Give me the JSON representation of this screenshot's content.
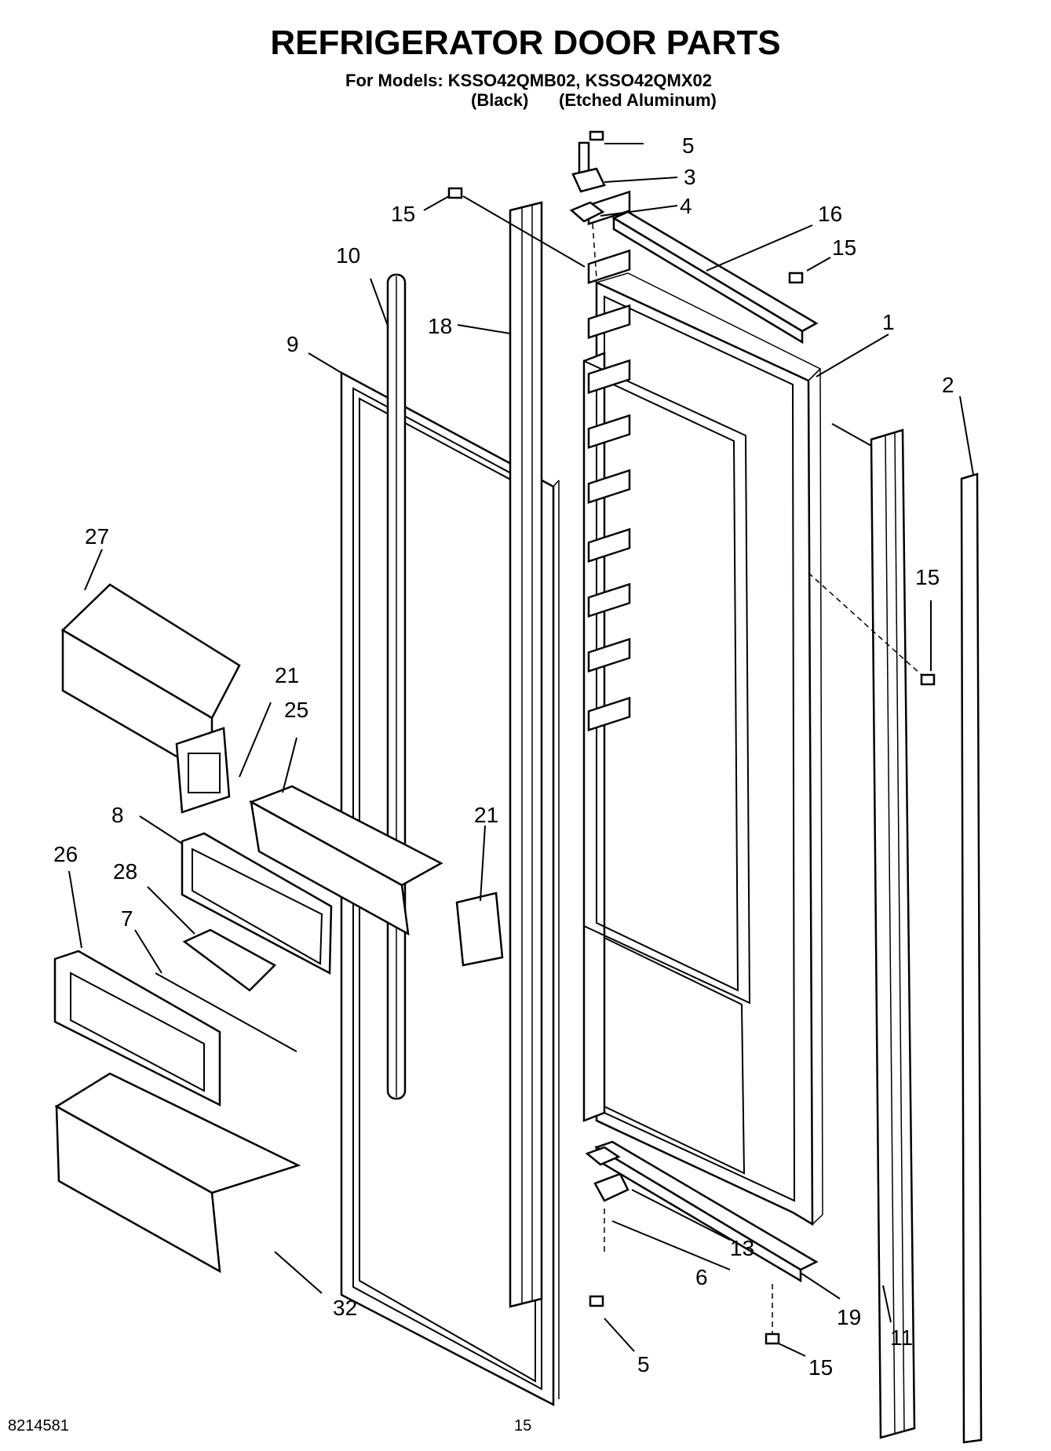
{
  "header": {
    "title": "REFRIGERATOR DOOR PARTS",
    "models_line": "For Models: KSSO42QMB02, KSSO42QMX02",
    "variant_black": "(Black)",
    "variant_aluminum": "(Etched Aluminum)"
  },
  "callouts": [
    {
      "id": "c5a",
      "label": "5"
    },
    {
      "id": "c3",
      "label": "3"
    },
    {
      "id": "c4",
      "label": "4"
    },
    {
      "id": "c16",
      "label": "16"
    },
    {
      "id": "c15a",
      "label": "15"
    },
    {
      "id": "c15b",
      "label": "15"
    },
    {
      "id": "c10",
      "label": "10"
    },
    {
      "id": "c18",
      "label": "18"
    },
    {
      "id": "c9",
      "label": "9"
    },
    {
      "id": "c1",
      "label": "1"
    },
    {
      "id": "c2",
      "label": "2"
    },
    {
      "id": "c27",
      "label": "27"
    },
    {
      "id": "c15c",
      "label": "15"
    },
    {
      "id": "c21a",
      "label": "21"
    },
    {
      "id": "c25",
      "label": "25"
    },
    {
      "id": "c8",
      "label": "8"
    },
    {
      "id": "c21b",
      "label": "21"
    },
    {
      "id": "c26",
      "label": "26"
    },
    {
      "id": "c28",
      "label": "28"
    },
    {
      "id": "c7",
      "label": "7"
    },
    {
      "id": "c13",
      "label": "13"
    },
    {
      "id": "c6",
      "label": "6"
    },
    {
      "id": "c32",
      "label": "32"
    },
    {
      "id": "c19",
      "label": "19"
    },
    {
      "id": "c11",
      "label": "11"
    },
    {
      "id": "c5b",
      "label": "5"
    },
    {
      "id": "c15d",
      "label": "15"
    }
  ],
  "footer": {
    "doc_number": "8214581",
    "page_number": "15"
  }
}
